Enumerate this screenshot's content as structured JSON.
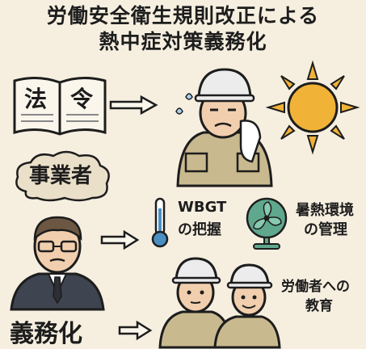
{
  "title": {
    "line1": "労働安全衛生規則改正による",
    "line2": "熱中症対策義務化"
  },
  "book": {
    "left_text": "法",
    "right_text": "令"
  },
  "employer_label": "事業者",
  "obligation_label": "義務化",
  "measures": {
    "wbgt": {
      "line1": "WBGT",
      "line2": "の把握"
    },
    "environment": {
      "line1": "暑熱環境",
      "line2": "の管理"
    },
    "education": {
      "line1": "労働者への",
      "line2": "教育"
    }
  },
  "icons": {
    "book": "open-book-icon",
    "arrow": "right-arrow-icon",
    "sun": "sun-icon",
    "thermometer": "thermometer-icon",
    "fan": "electric-fan-icon",
    "worker": "hardhat-worker-illustration",
    "manager": "businessman-illustration"
  },
  "colors": {
    "background": "#f6efe0",
    "sun": "#f0b338",
    "uniform": "#c9b98e",
    "helmet": "#ececec",
    "fan": "#5fa88e",
    "thermo": "#4a8fc2",
    "cloud": "#eadfc8"
  }
}
